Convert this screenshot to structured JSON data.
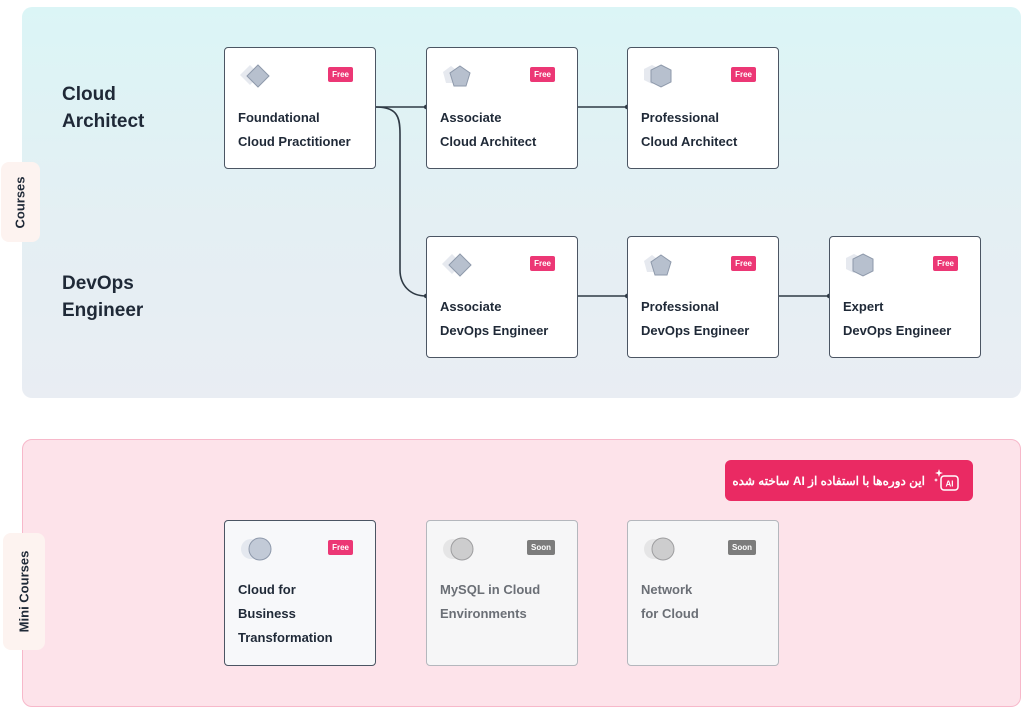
{
  "sections": {
    "courses_label": "Courses",
    "mini_courses_label": "Mini Courses"
  },
  "paths": [
    {
      "title": "Cloud\nArchitect"
    },
    {
      "title": "DevOps\nEngineer"
    }
  ],
  "courses": [
    {
      "title": "Foundational\nCloud Practitioner",
      "badge": "Free",
      "icon": "diamond-icon"
    },
    {
      "title": "Associate\nCloud Architect",
      "badge": "Free",
      "icon": "pentagon-icon"
    },
    {
      "title": "Professional\nCloud Architect",
      "badge": "Free",
      "icon": "hexagon-icon"
    },
    {
      "title": "Associate\nDevOps Engineer",
      "badge": "Free",
      "icon": "diamond-icon"
    },
    {
      "title": "Professional\nDevOps Engineer",
      "badge": "Free",
      "icon": "pentagon-icon"
    },
    {
      "title": "Expert\nDevOps Engineer",
      "badge": "Free",
      "icon": "hexagon-icon"
    }
  ],
  "mini_courses": [
    {
      "title": "Cloud for\nBusiness\nTransformation",
      "badge": "Free",
      "icon": "circle-icon"
    },
    {
      "title": "MySQL in Cloud\nEnvironments",
      "badge": "Soon",
      "icon": "circle-icon"
    },
    {
      "title": "Network\nfor Cloud",
      "badge": "Soon",
      "icon": "circle-icon"
    }
  ],
  "ai_banner": {
    "text": "این دوره‌ها با استفاده از AI ساخته شده",
    "icon": "ai-sparkle-icon",
    "icon_label": "AI"
  },
  "colors": {
    "free_badge": "#ec3775",
    "soon_badge": "#7c7c7c",
    "ai_banner": "#ea2a63",
    "connector": "#2f3a45"
  }
}
